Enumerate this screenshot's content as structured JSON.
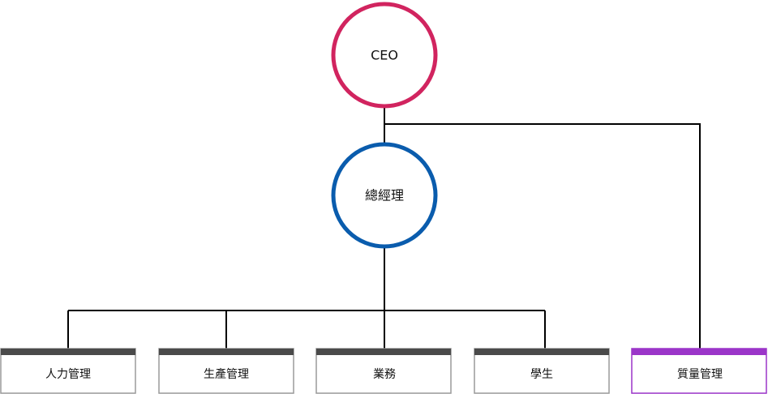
{
  "org_chart": {
    "root": {
      "label": "CEO",
      "color": "#d1245f"
    },
    "manager": {
      "label": "總經理",
      "color": "#0a5cad"
    },
    "departments": [
      {
        "label": "人力管理",
        "color": "#4a4a4a",
        "reports_to": "manager"
      },
      {
        "label": "生產管理",
        "color": "#4a4a4a",
        "reports_to": "manager"
      },
      {
        "label": "業務",
        "color": "#4a4a4a",
        "reports_to": "manager"
      },
      {
        "label": "學生",
        "color": "#4a4a4a",
        "reports_to": "manager"
      },
      {
        "label": "質量管理",
        "color": "#9b35c9",
        "reports_to": "root"
      }
    ],
    "connector_color": "#000000",
    "box_border_color": "#9a9a9a"
  }
}
